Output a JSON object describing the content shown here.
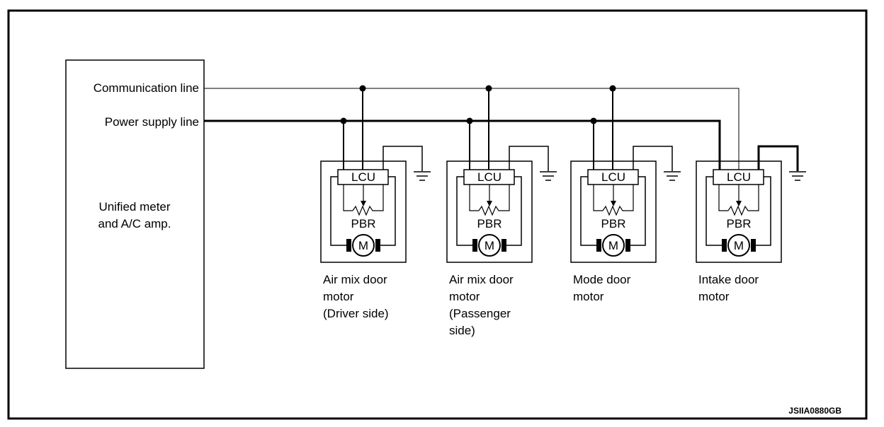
{
  "amp": {
    "line_labels": [
      "Communication line",
      "Power supply line"
    ],
    "name_lines": [
      "Unified meter",
      "and A/C amp."
    ]
  },
  "modules": [
    {
      "lcu": "LCU",
      "pbr": "PBR",
      "motor": "M",
      "caption": [
        "Air mix door",
        "motor",
        "(Driver side)"
      ]
    },
    {
      "lcu": "LCU",
      "pbr": "PBR",
      "motor": "M",
      "caption": [
        "Air mix door",
        "motor",
        "(Passenger",
        "side)"
      ]
    },
    {
      "lcu": "LCU",
      "pbr": "PBR",
      "motor": "M",
      "caption": [
        "Mode door",
        "motor"
      ]
    },
    {
      "lcu": "LCU",
      "pbr": "PBR",
      "motor": "M",
      "caption": [
        "Intake door",
        "motor"
      ]
    }
  ],
  "figure_code": "JSIIA0880GB"
}
